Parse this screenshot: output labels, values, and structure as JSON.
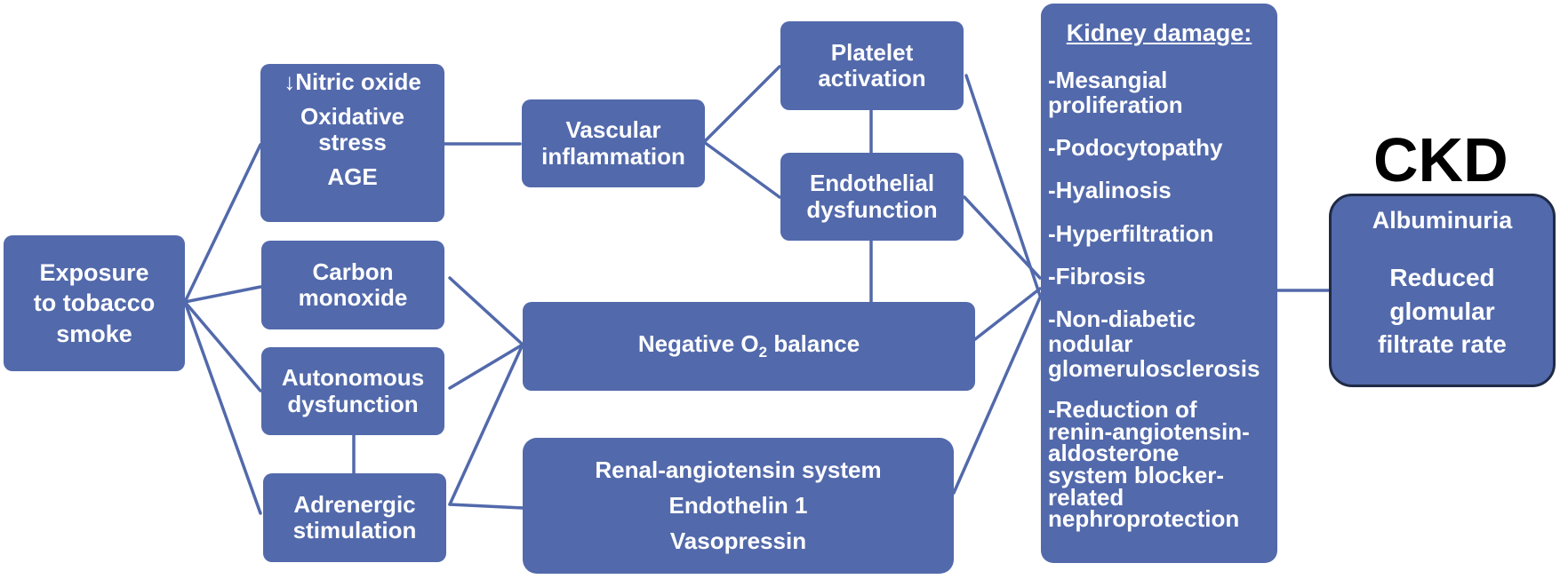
{
  "exposure": [
    "Exposure",
    "to tobacco",
    "smoke"
  ],
  "mediators": {
    "nitric_oxide": "↓Nitric oxide",
    "oxidative_stress": [
      "Oxidative",
      "stress"
    ],
    "age": "AGE",
    "carbon_monoxide": [
      "Carbon",
      "monoxide"
    ],
    "autonomous_dysfunction": [
      "Autonomous",
      "dysfunction"
    ],
    "adrenergic_stimulation": [
      "Adrenergic",
      "stimulation"
    ]
  },
  "vascular_inflammation": [
    "Vascular",
    "inflammation"
  ],
  "platelet_activation": [
    "Platelet",
    "activation"
  ],
  "endothelial_dysfunction": [
    "Endothelial",
    "dysfunction"
  ],
  "negative_o2": {
    "prefix": "Negative O",
    "subscript": "2",
    "suffix": " balance"
  },
  "ras": [
    "Renal-angiotensin system",
    "Endothelin 1",
    "Vasopressin"
  ],
  "kidney_damage": {
    "title": "Kidney damage:",
    "items": [
      [
        "-Mesangial",
        "proliferation"
      ],
      [
        "-Podocytopathy"
      ],
      [
        "-Hyalinosis"
      ],
      [
        "-Hyperfiltration"
      ],
      [
        "-Fibrosis"
      ],
      [
        "-Non-diabetic",
        "nodular",
        "glomerulosclerosis"
      ],
      [
        "-Reduction of",
        "renin-angiotensin-",
        "aldosterone",
        "system blocker-",
        "related",
        "nephroprotection"
      ]
    ]
  },
  "ckd_label": "CKD",
  "outcomes": [
    "Albuminuria",
    "Reduced",
    "glomular",
    "filtrate rate"
  ],
  "colors": {
    "box": "#5269ab",
    "line": "#5269ab",
    "text": "#ffffff",
    "ckd": "#000000"
  }
}
